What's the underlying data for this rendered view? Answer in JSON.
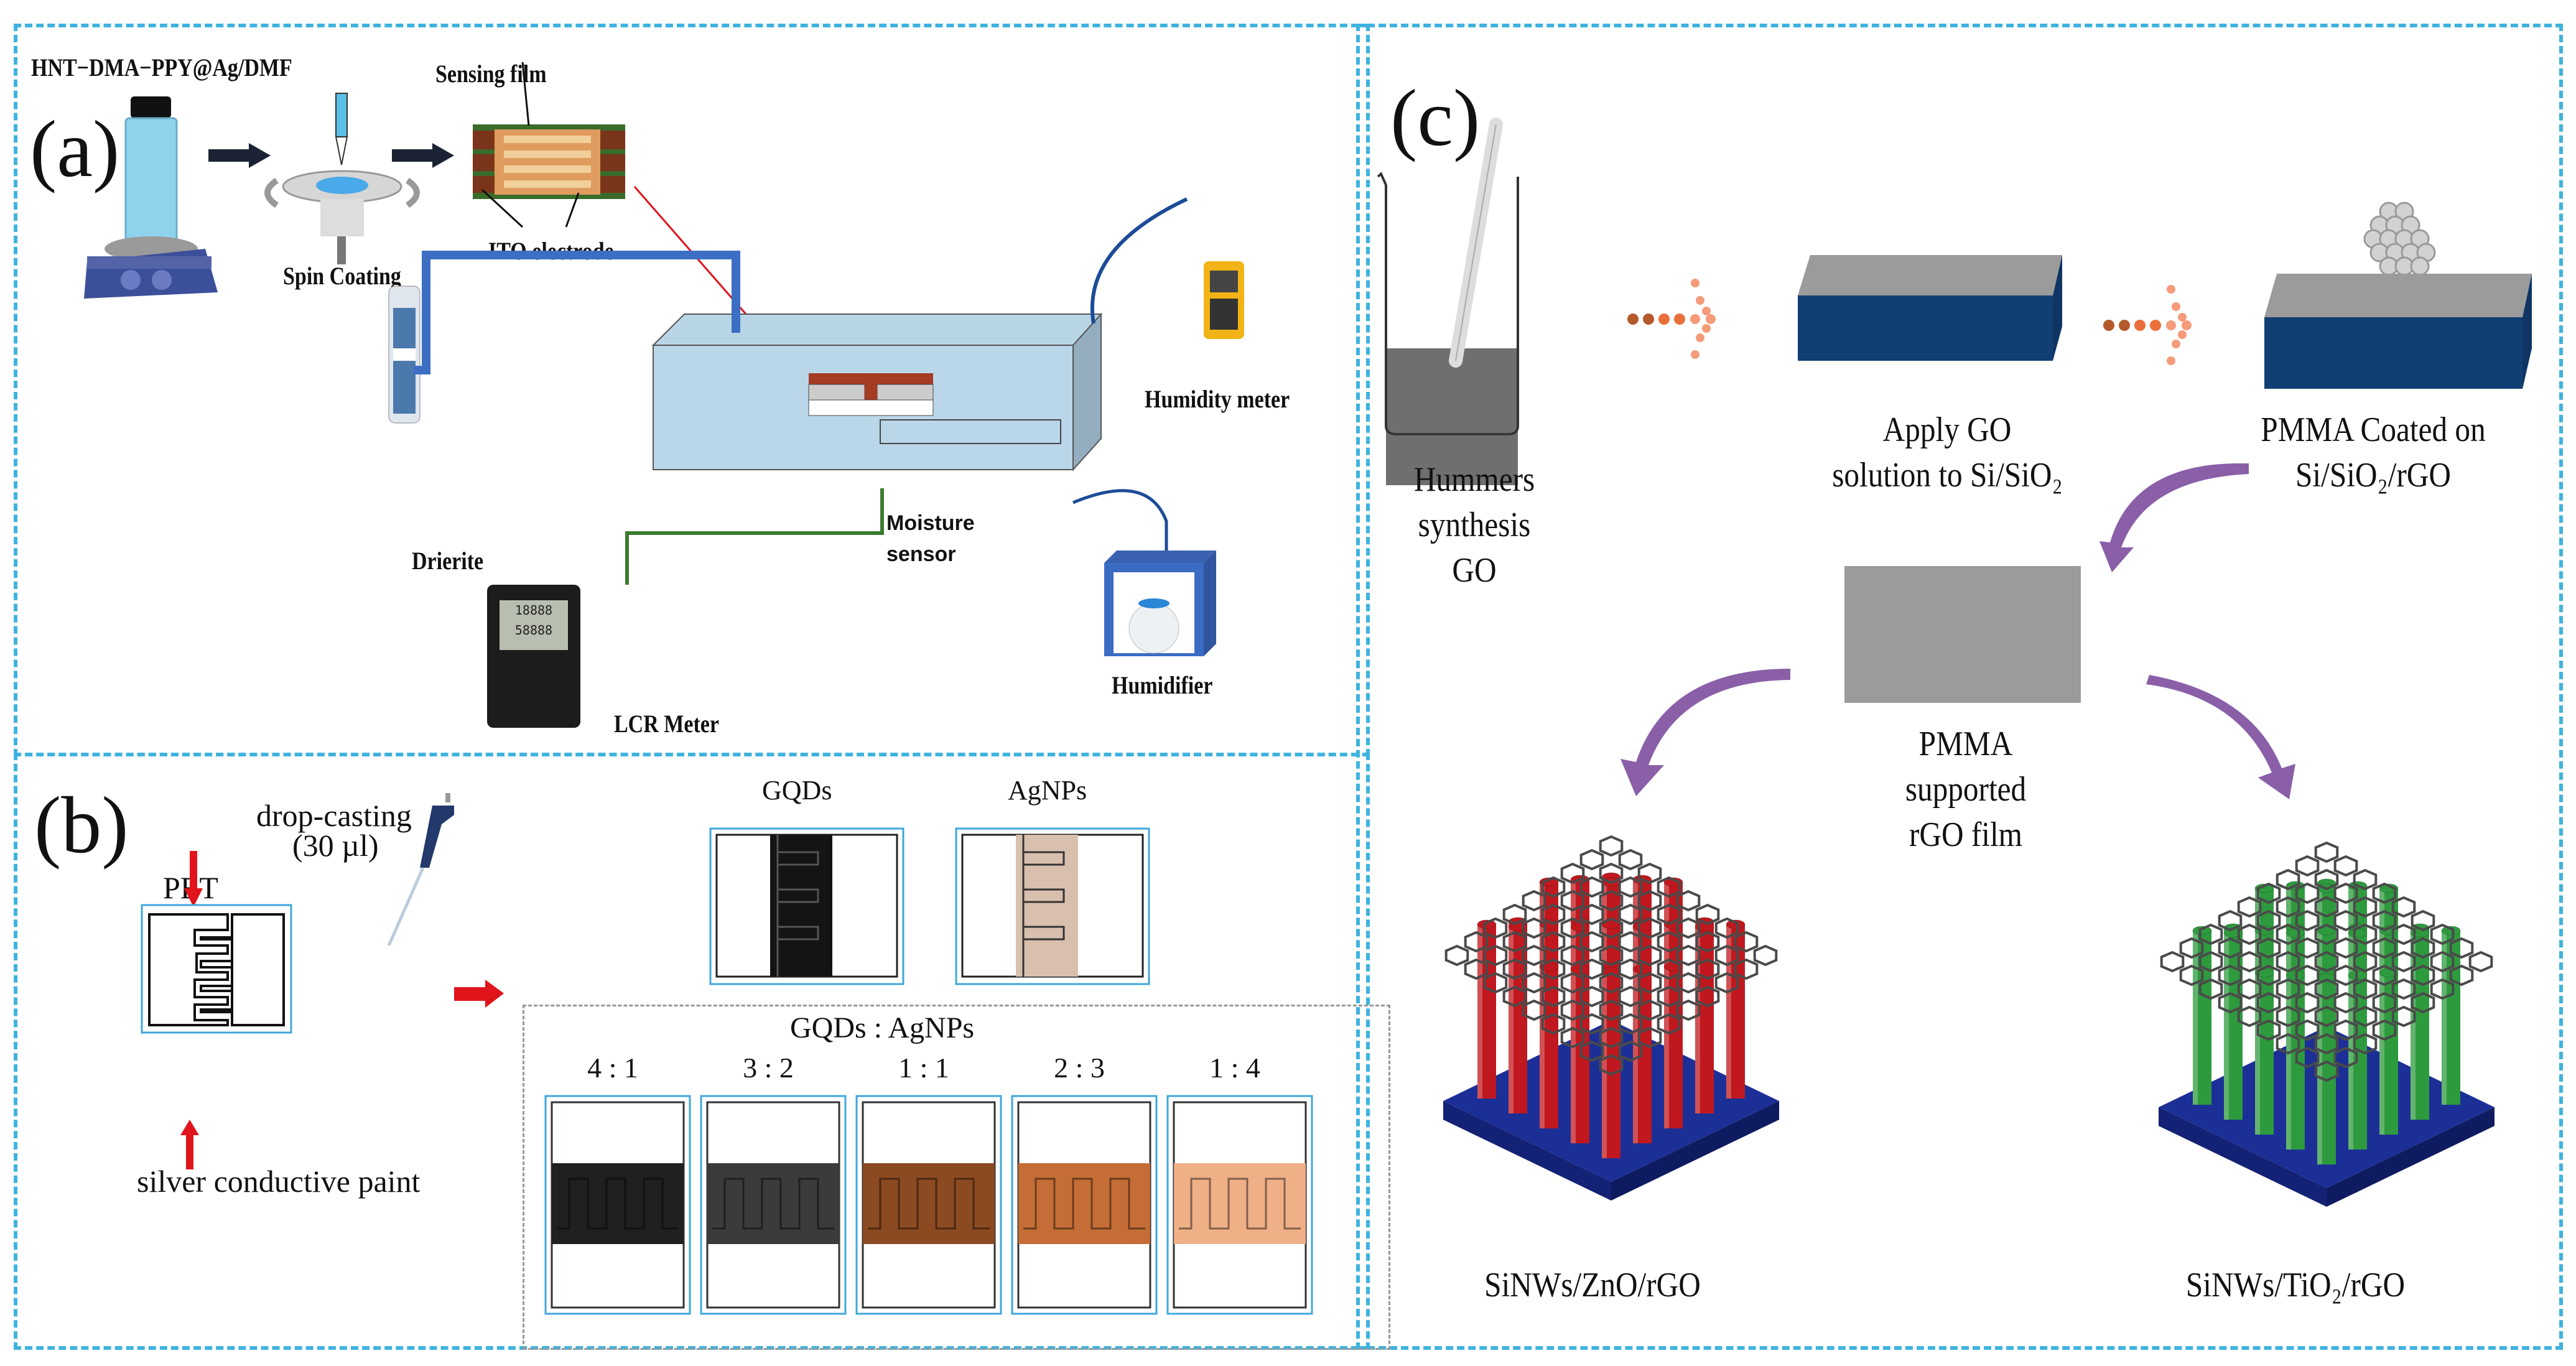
{
  "figure": {
    "panels": [
      {
        "id": "a",
        "label": "(a)",
        "solution_label": "HNT−DMA−PPY@Ag/DMF",
        "spin_coating_label": "Spin Coating",
        "sensing_film_label": "Sensing film",
        "ito_electrode_label": "ITO electrode",
        "humidity_meter_label": "Humidity meter",
        "drierite_label": "Drierite",
        "moisture_sensor_label_line1": "Moisture",
        "moisture_sensor_label_line2": "sensor",
        "humidifier_label": "Humidifier",
        "lcr_meter_label": "LCR Meter",
        "lcr_display_line1": "18888",
        "lcr_display_line2": "58888"
      },
      {
        "id": "b",
        "label": "(b)",
        "drop_casting_label": "drop-casting",
        "drop_volume_label": "(30 µl)",
        "pet_label": "PET",
        "silver_paint_label": "silver conductive paint",
        "single_samples": [
          {
            "label": "GQDs",
            "color": "#141414"
          },
          {
            "label": "AgNPs",
            "color": "#d9bfae"
          }
        ],
        "mix_title": "GQDs : AgNPs",
        "mix_samples": [
          {
            "ratio": "4 : 1",
            "color": "#202020"
          },
          {
            "ratio": "3 : 2",
            "color": "#3a3b3b"
          },
          {
            "ratio": "1 : 1",
            "color": "#8b4a22"
          },
          {
            "ratio": "2 : 3",
            "color": "#c56d36"
          },
          {
            "ratio": "1 : 4",
            "color": "#efb088"
          }
        ]
      },
      {
        "id": "c",
        "label": "(c)",
        "step1_line1": "Hummers",
        "step1_line2": "synthesis",
        "step1_line3": "GO",
        "step2_line1": "Apply GO",
        "step2_line2": "solution to Si/SiO₂",
        "step3_line1": "PMMA Coated on",
        "step3_line2": "Si/SiO₂/rGO",
        "step4_line1": "PMMA",
        "step4_line2": "supported",
        "step4_line3": "rGO film",
        "product1_label": "SiNWs/ZnO/rGO",
        "product1_color": "#c0181e",
        "product2_label": "SiNWs/TiO₂/rGO",
        "product2_color": "#2e9a3e"
      }
    ],
    "colors": {
      "panel_border": "#3fb3df",
      "arrow_red": "#e0141b",
      "arrow_purple": "#8a5fa8",
      "substrate_blue": "#12457a"
    }
  }
}
